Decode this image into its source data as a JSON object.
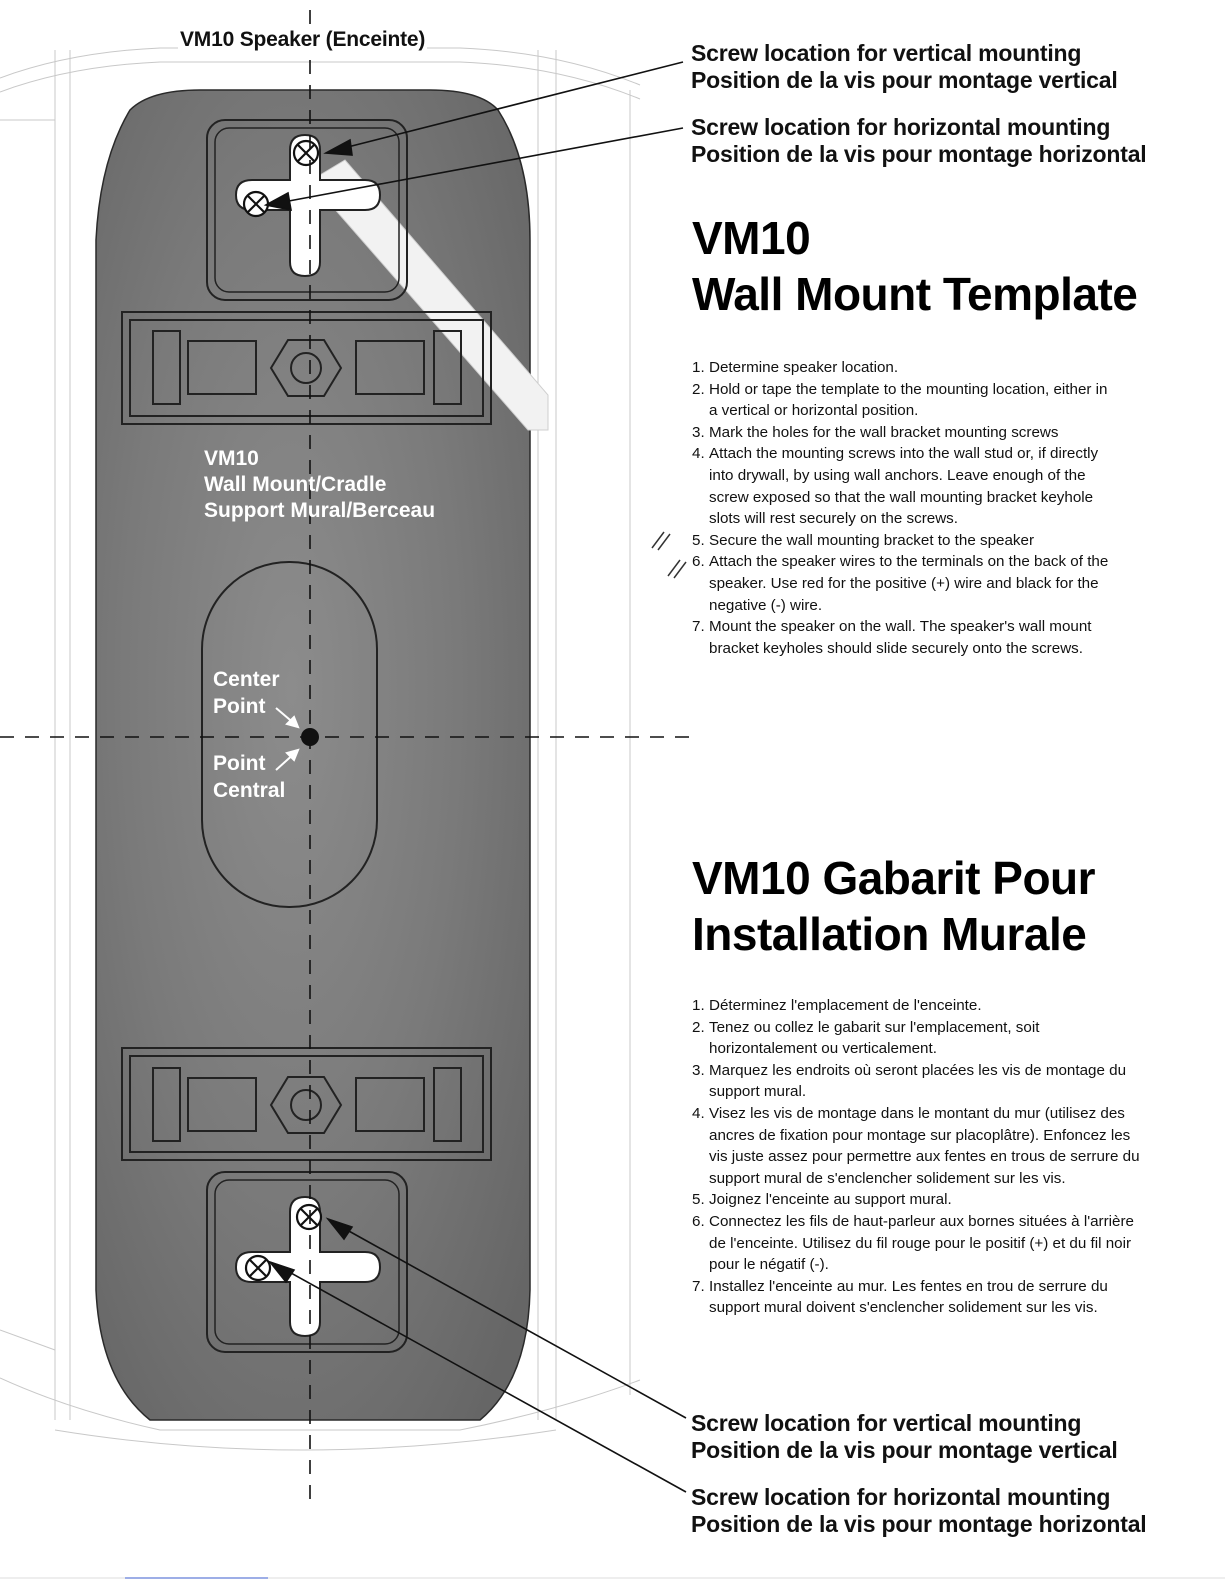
{
  "speaker_label": "VM10 Speaker (Enceinte)",
  "callouts": {
    "top_vertical": {
      "en": "Screw location for vertical mounting",
      "fr": "Position de la vis pour montage vertical"
    },
    "top_horizontal": {
      "en": "Screw location for horizontal mounting",
      "fr": "Position de la vis pour montage horizontal"
    },
    "bottom_vertical": {
      "en": "Screw location for vertical mounting",
      "fr": "Position de la vis pour montage vertical"
    },
    "bottom_horizontal": {
      "en": "Screw location for horizontal mounting",
      "fr": "Position de la vis pour montage horizontal"
    }
  },
  "bracket_label": [
    "VM10",
    "Wall Mount/Cradle",
    "Support Mural/Berceau"
  ],
  "center_point": {
    "en": [
      "Center",
      "Point"
    ],
    "fr": [
      "Point",
      "Central"
    ]
  },
  "english": {
    "title": [
      "VM10",
      "Wall Mount Template"
    ],
    "steps": [
      {
        "num": "1.",
        "text": "Determine speaker location."
      },
      {
        "num": "2.",
        "text": "Hold or tape the template to the mounting location, either in a vertical or horizontal position."
      },
      {
        "num": "3.",
        "text": "Mark the holes for the wall bracket mounting screws"
      },
      {
        "num": "4.",
        "text": "Attach the mounting screws into the wall stud or, if directly into drywall, by using wall anchors. Leave enough of the screw exposed so that the wall mounting bracket keyhole slots will rest securely on the screws."
      },
      {
        "num": "5.",
        "text": "Secure the wall mounting bracket to the speaker"
      },
      {
        "num": "6.",
        "text": "Attach the speaker wires to the terminals on the back of the speaker. Use red for the positive (+) wire and black for the negative (-) wire."
      },
      {
        "num": "7.",
        "text": "Mount the speaker on the wall. The speaker's wall mount bracket keyholes should slide securely onto the screws."
      }
    ]
  },
  "french": {
    "title": [
      "VM10 Gabarit Pour",
      "Installation Murale"
    ],
    "steps": [
      {
        "num": "1.",
        "text": "Déterminez l'emplacement de l'enceinte."
      },
      {
        "num": "2.",
        "text": "Tenez ou collez le gabarit sur l'emplacement, soit horizontalement ou verticalement."
      },
      {
        "num": "3.",
        "text": "Marquez les endroits où seront placées les vis de montage du support mural."
      },
      {
        "num": "4.",
        "text": "Visez les vis de montage dans le montant du mur (utilisez des ancres de fixation pour montage sur placoplâtre). Enfoncez les vis juste assez pour permettre aux fentes en trous de serrure du support mural de s'enclencher solidement sur les vis."
      },
      {
        "num": "5.",
        "text": "Joignez l'enceinte au support mural."
      },
      {
        "num": "6.",
        "text": "Connectez les fils de haut-parleur aux bornes situées à l'arrière de l'enceinte. Utilisez du fil rouge pour le positif (+) et du fil noir pour le négatif (-)."
      },
      {
        "num": "7.",
        "text": "Installez l'enceinte au mur. Les fentes en trou de serrure du support mural doivent s'enclencher solidement sur les vis."
      }
    ]
  },
  "colors": {
    "template_fill": "#7d7d7d",
    "template_dark": "#555555",
    "ink": "#111111"
  }
}
